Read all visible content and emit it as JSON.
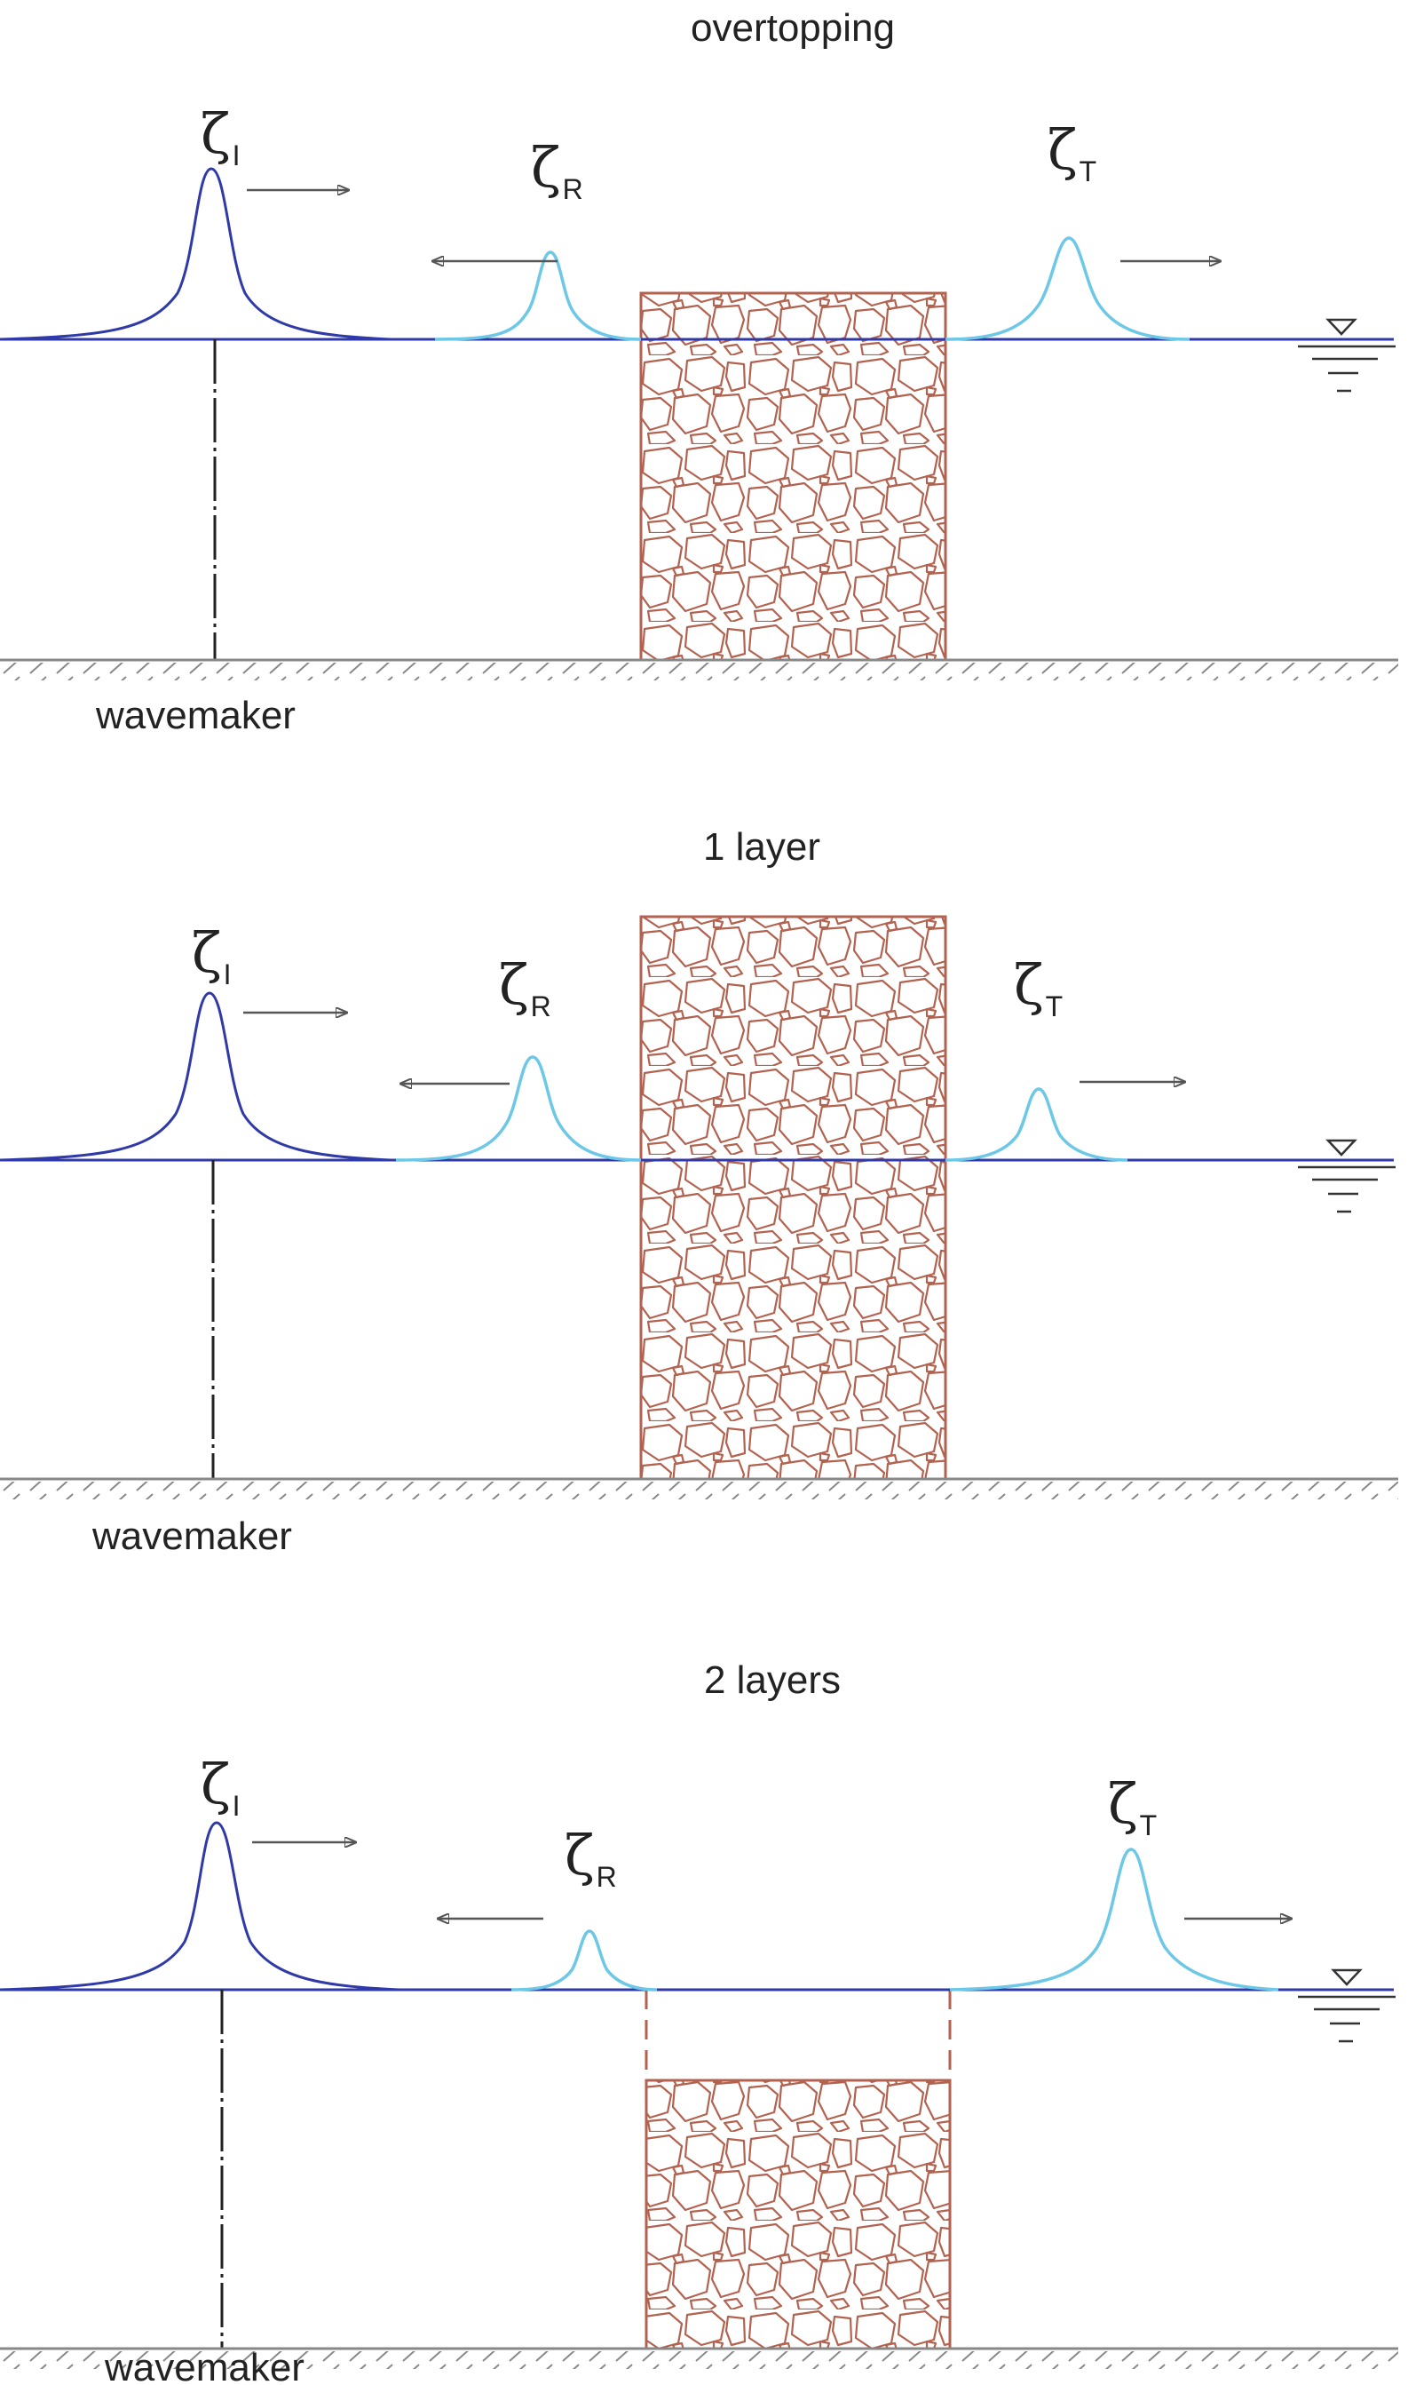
{
  "colors": {
    "incident": "#2f3aa8",
    "reflected_transmitted": "#6cc8e6",
    "water_line": "#2f3aa8",
    "stone": "#b2624f",
    "ground": "#888888",
    "arrow": "#555555",
    "text": "#222222"
  },
  "labels": {
    "incident": {
      "symbol": "ζ",
      "sub": "I"
    },
    "reflected": {
      "symbol": "ζ",
      "sub": "R"
    },
    "transmitted": {
      "symbol": "ζ",
      "sub": "T"
    },
    "wavemaker": "wavemaker"
  },
  "panels": [
    {
      "title": "overtopping",
      "incident_relative_height": 1.0,
      "reflected_relative_height": 0.52,
      "transmitted_relative_height": 0.62,
      "structure": "emergent barrier (crest above still water level)"
    },
    {
      "title": "1 layer",
      "incident_relative_height": 1.0,
      "reflected_relative_height": 0.62,
      "transmitted_relative_height": 0.4,
      "structure": "full-height permeable barrier"
    },
    {
      "title": "2 layers",
      "incident_relative_height": 1.0,
      "reflected_relative_height": 0.3,
      "transmitted_relative_height": 0.85,
      "structure": "submerged permeable barrier"
    }
  ]
}
